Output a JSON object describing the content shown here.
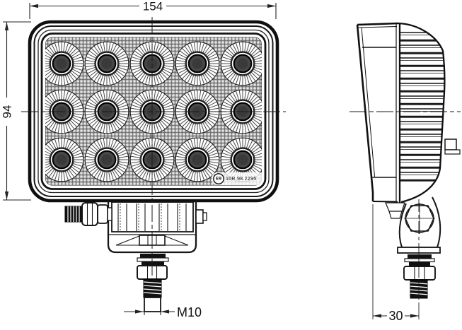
{
  "dimensions": {
    "front_width": "154",
    "front_height": "94",
    "stud_thread": "M10",
    "mount_depth": "30"
  },
  "approval_mark": {
    "circle_label": "E9",
    "code": "10R 98.2295"
  },
  "front_view": {
    "led_grid": {
      "rows": 3,
      "cols": 5
    }
  },
  "side_view": {
    "fin_count": 12
  },
  "colors": {
    "line": "#1a1a1a",
    "background": "#ffffff"
  }
}
